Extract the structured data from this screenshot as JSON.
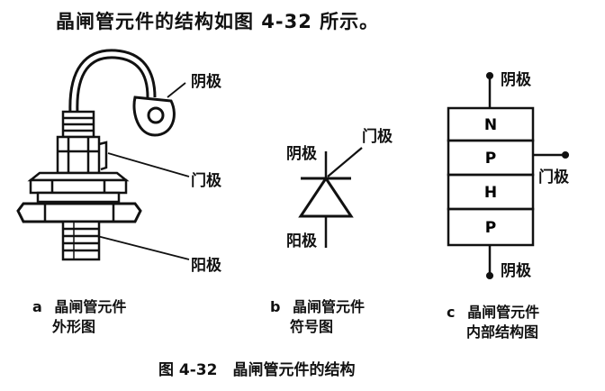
{
  "intro": "晶闸管元件的结构如图 4-32 所示。",
  "panel_a": {
    "labels": {
      "cathode": "阴极",
      "gate": "门极",
      "anode": "阳极"
    },
    "caption_letter": "a",
    "caption_line1": "晶闸管元件",
    "caption_line2": "外形图"
  },
  "panel_b": {
    "labels": {
      "gate": "门极",
      "cathode": "阴极",
      "anode": "阳极"
    },
    "caption_letter": "b",
    "caption_line1": "晶闸管元件",
    "caption_line2": "符号图"
  },
  "panel_c": {
    "labels": {
      "top": "阴极",
      "gate": "门极",
      "bottom": "阴极"
    },
    "layers": [
      "N",
      "P",
      "H",
      "P"
    ],
    "caption_letter": "c",
    "caption_line1": "晶闸管元件",
    "caption_line2": "内部结构图"
  },
  "figure_caption": "图 4-32　晶闸管元件的结构"
}
